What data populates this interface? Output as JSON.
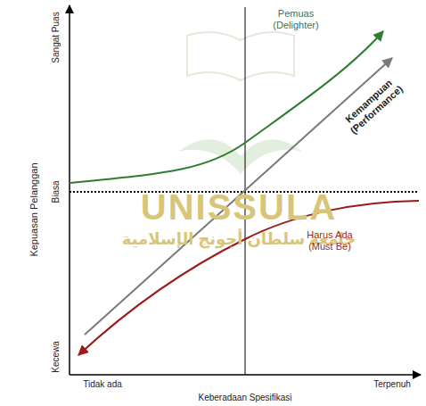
{
  "diagram": {
    "labels": [
      "Sangat Puas",
      "Biasa",
      "Kecewa",
      "Kepuasan Pelanggan",
      "Pemuas (Delighter)",
      "Kemampuan (Performance)",
      "Harus Ada (Must Be)",
      "Tidak ada",
      "Terpenuh",
      "Keberadaan Spesifikasi",
      "UNISSULA",
      "جامعة سلطان أجونج الإسلامية"
    ]
  }
}
